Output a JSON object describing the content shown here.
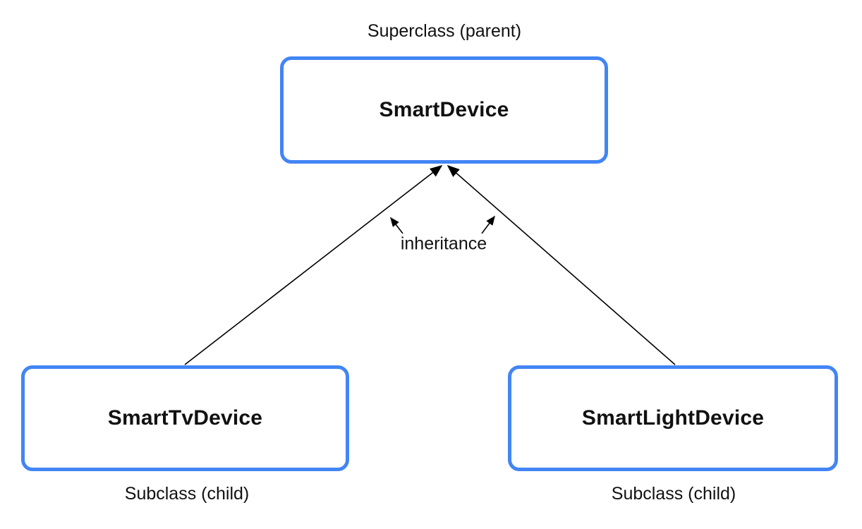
{
  "diagram": {
    "title_label": "Superclass (parent)",
    "superclass": {
      "name": "SmartDevice"
    },
    "subclasses": [
      {
        "name": "SmartTvDevice",
        "label": "Subclass (child)"
      },
      {
        "name": "SmartLightDevice",
        "label": "Subclass (child)"
      }
    ],
    "relationship_label": "inheritance",
    "colors": {
      "box_border": "#4285F4",
      "box_background": "#FFFFFF",
      "line": "#000000",
      "text": "#111111",
      "canvas_background": "#FFFFFF"
    }
  }
}
